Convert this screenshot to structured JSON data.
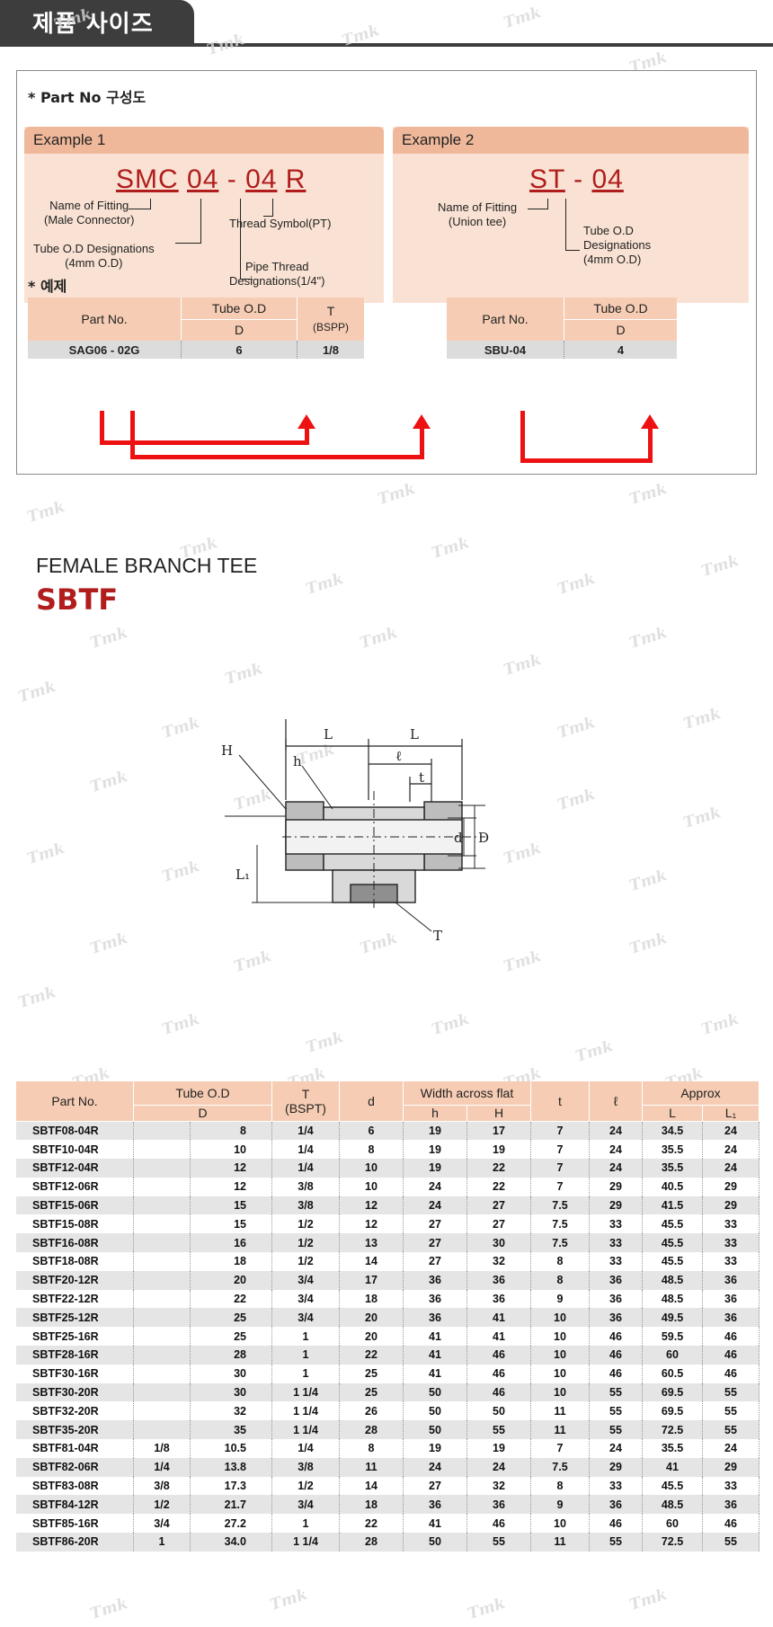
{
  "header": {
    "title": "제품 사이즈"
  },
  "part_section": {
    "label": "* Part No 구성도",
    "example1": {
      "title": "Example 1",
      "code": [
        "SMC",
        "04",
        "-",
        "04",
        "R"
      ],
      "labels": {
        "name": "Name of Fitting\n(Male Connector)",
        "tube": "Tube O.D Designations\n(4mm O.D)",
        "thread_symbol": "Thread Symbol(PT)",
        "pipe": "Pipe Thread\nDesignations(1/4\")"
      }
    },
    "example2": {
      "title": "Example 2",
      "code": [
        "ST",
        "-",
        "04"
      ],
      "labels": {
        "name": "Name of Fitting\n(Union tee)",
        "tube": "Tube O.D\nDesignations\n(4mm O.D)"
      }
    }
  },
  "sample_section": {
    "label": "* 예제",
    "table1": {
      "headers": {
        "part_no": "Part No.",
        "tube_od": "Tube O.D",
        "d": "D",
        "t": "T",
        "t_sub": "(BSPP)"
      },
      "row": {
        "part_no": "SAG06 - 02G",
        "d": "6",
        "t": "1/8"
      }
    },
    "table2": {
      "headers": {
        "part_no": "Part No.",
        "tube_od": "Tube O.D",
        "d": "D"
      },
      "row": {
        "part_no": "SBU-04",
        "d": "4"
      }
    }
  },
  "product": {
    "name": "FEMALE BRANCH TEE",
    "code": "SBTF"
  },
  "drawing": {
    "labels": {
      "L1": "L",
      "L2": "L",
      "H": "H",
      "h": "h",
      "l": "ℓ",
      "t": "t",
      "d": "d",
      "D": "D",
      "L1side": "L₁",
      "T": "T"
    }
  },
  "watermark": "Tmk",
  "spec_table": {
    "headers": {
      "part_no": "Part No.",
      "tube_od": "Tube O.D",
      "D": "D",
      "T": "T",
      "T_sub": "(BSPT)",
      "d": "d",
      "width": "Width across flat",
      "h": "h",
      "H": "H",
      "t": "t",
      "l": "ℓ",
      "approx": "Approx",
      "L": "L",
      "L1": "L₁"
    },
    "rows": [
      [
        "SBTF08-04R",
        "",
        "8",
        "1/4",
        "6",
        "19",
        "17",
        "7",
        "24",
        "34.5",
        "24"
      ],
      [
        "SBTF10-04R",
        "",
        "10",
        "1/4",
        "8",
        "19",
        "19",
        "7",
        "24",
        "35.5",
        "24"
      ],
      [
        "SBTF12-04R",
        "",
        "12",
        "1/4",
        "10",
        "19",
        "22",
        "7",
        "24",
        "35.5",
        "24"
      ],
      [
        "SBTF12-06R",
        "",
        "12",
        "3/8",
        "10",
        "24",
        "22",
        "7",
        "29",
        "40.5",
        "29"
      ],
      [
        "SBTF15-06R",
        "",
        "15",
        "3/8",
        "12",
        "24",
        "27",
        "7.5",
        "29",
        "41.5",
        "29"
      ],
      [
        "SBTF15-08R",
        "",
        "15",
        "1/2",
        "12",
        "27",
        "27",
        "7.5",
        "33",
        "45.5",
        "33"
      ],
      [
        "SBTF16-08R",
        "",
        "16",
        "1/2",
        "13",
        "27",
        "30",
        "7.5",
        "33",
        "45.5",
        "33"
      ],
      [
        "SBTF18-08R",
        "",
        "18",
        "1/2",
        "14",
        "27",
        "32",
        "8",
        "33",
        "45.5",
        "33"
      ],
      [
        "SBTF20-12R",
        "",
        "20",
        "3/4",
        "17",
        "36",
        "36",
        "8",
        "36",
        "48.5",
        "36"
      ],
      [
        "SBTF22-12R",
        "",
        "22",
        "3/4",
        "18",
        "36",
        "36",
        "9",
        "36",
        "48.5",
        "36"
      ],
      [
        "SBTF25-12R",
        "",
        "25",
        "3/4",
        "20",
        "36",
        "41",
        "10",
        "36",
        "49.5",
        "36"
      ],
      [
        "SBTF25-16R",
        "",
        "25",
        "1",
        "20",
        "41",
        "41",
        "10",
        "46",
        "59.5",
        "46"
      ],
      [
        "SBTF28-16R",
        "",
        "28",
        "1",
        "22",
        "41",
        "46",
        "10",
        "46",
        "60",
        "46"
      ],
      [
        "SBTF30-16R",
        "",
        "30",
        "1",
        "25",
        "41",
        "46",
        "10",
        "46",
        "60.5",
        "46"
      ],
      [
        "SBTF30-20R",
        "",
        "30",
        "1 1/4",
        "25",
        "50",
        "46",
        "10",
        "55",
        "69.5",
        "55"
      ],
      [
        "SBTF32-20R",
        "",
        "32",
        "1 1/4",
        "26",
        "50",
        "50",
        "11",
        "55",
        "69.5",
        "55"
      ],
      [
        "SBTF35-20R",
        "",
        "35",
        "1 1/4",
        "28",
        "50",
        "55",
        "11",
        "55",
        "72.5",
        "55"
      ],
      [
        "SBTF81-04R",
        "1/8",
        "10.5",
        "1/4",
        "8",
        "19",
        "19",
        "7",
        "24",
        "35.5",
        "24"
      ],
      [
        "SBTF82-06R",
        "1/4",
        "13.8",
        "3/8",
        "11",
        "24",
        "24",
        "7.5",
        "29",
        "41",
        "29"
      ],
      [
        "SBTF83-08R",
        "3/8",
        "17.3",
        "1/2",
        "14",
        "27",
        "32",
        "8",
        "33",
        "45.5",
        "33"
      ],
      [
        "SBTF84-12R",
        "1/2",
        "21.7",
        "3/4",
        "18",
        "36",
        "36",
        "9",
        "36",
        "48.5",
        "36"
      ],
      [
        "SBTF85-16R",
        "3/4",
        "27.2",
        "1",
        "22",
        "41",
        "46",
        "10",
        "46",
        "60",
        "46"
      ],
      [
        "SBTF86-20R",
        "1",
        "34.0",
        "1 1/4",
        "28",
        "50",
        "55",
        "11",
        "55",
        "72.5",
        "55"
      ]
    ]
  }
}
